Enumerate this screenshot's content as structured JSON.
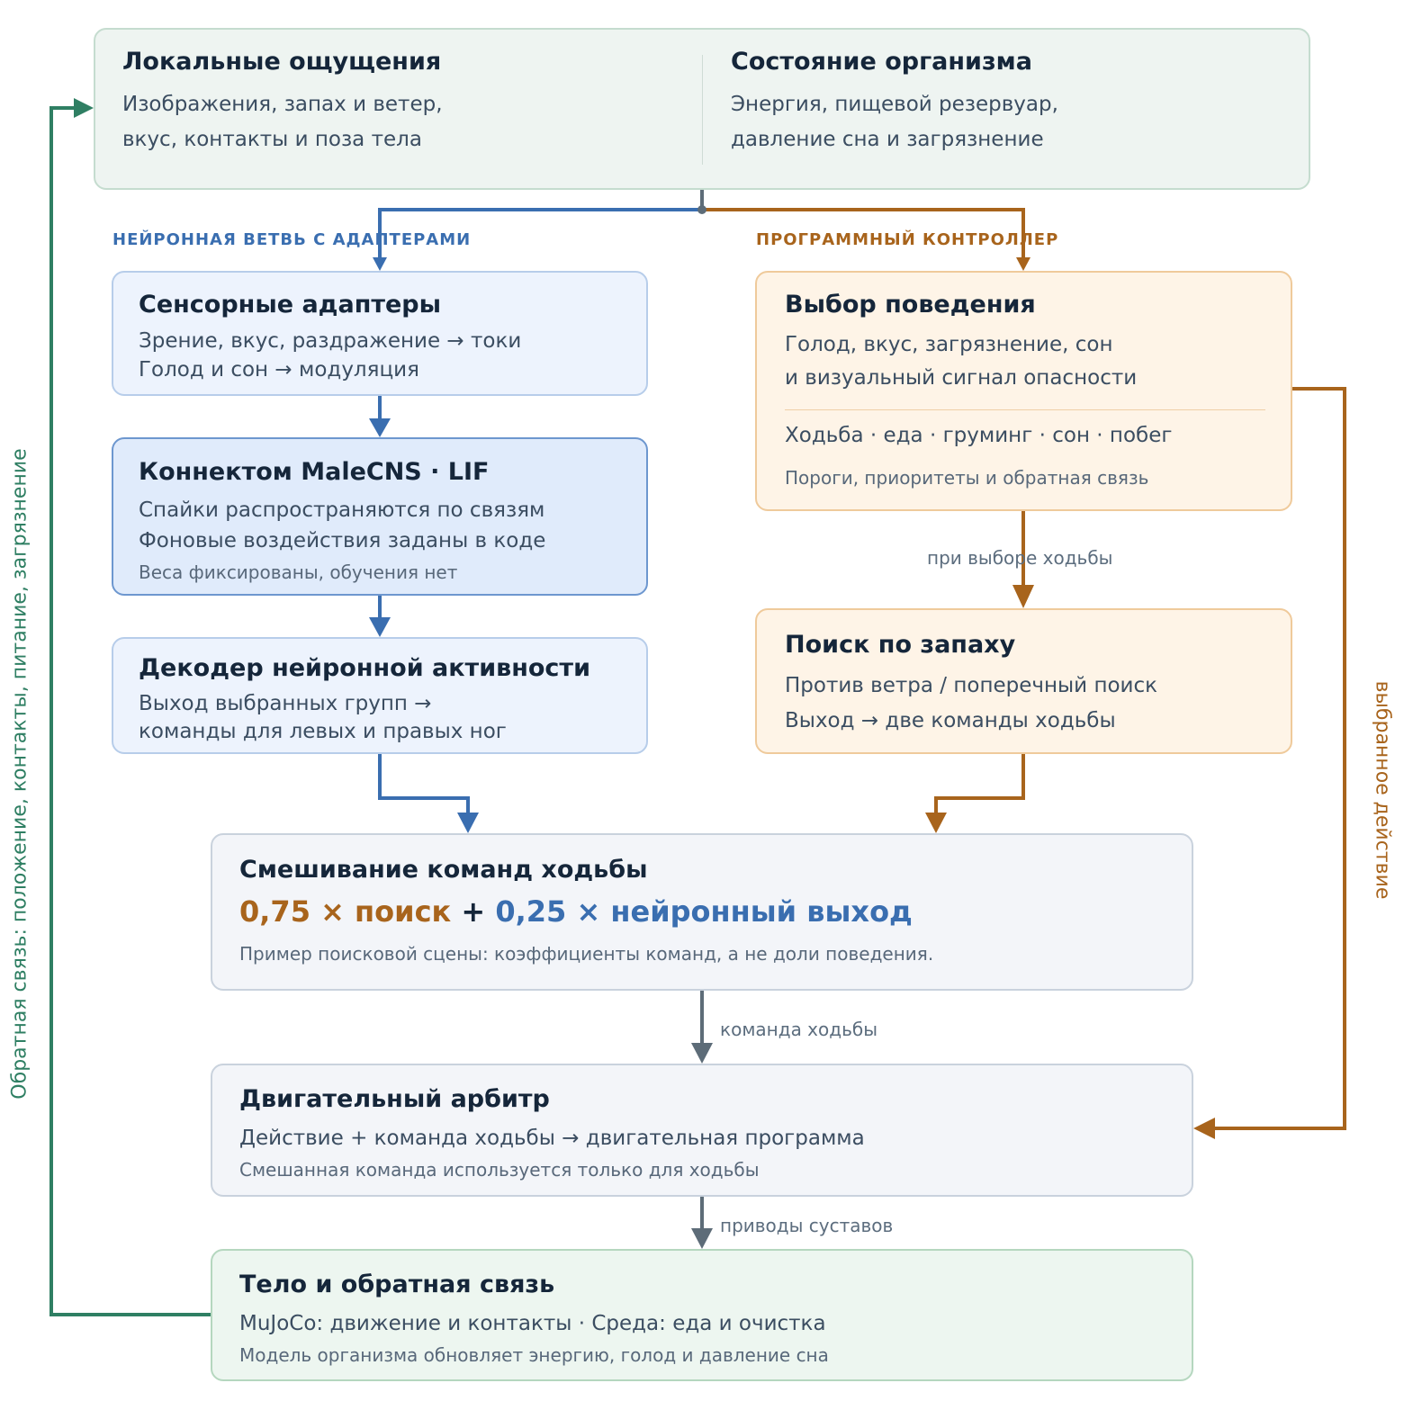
{
  "top": {
    "left_title": "Локальные ощущения",
    "left_line1": "Изображения, запах и ветер,",
    "left_line2": "вкус, контакты и поза тела",
    "right_title": "Состояние организма",
    "right_line1": "Энергия, пищевой резервуар,",
    "right_line2": "давление сна и загрязнение"
  },
  "branches": {
    "neural": "НЕЙРОННАЯ ВЕТВЬ С АДАПТЕРАМИ",
    "program": "ПРОГРАММНЫЙ КОНТРОЛЛЕР"
  },
  "sensory": {
    "title": "Сенсорные адаптеры",
    "line1": "Зрение, вкус, раздражение → токи",
    "line2": "Голод и сон → модуляция"
  },
  "connectome": {
    "title": "Коннектом MaleCNS · LIF",
    "line1": "Спайки распространяются по связям",
    "line2": "Фоновые воздействия заданы в коде",
    "note": "Веса фиксированы, обучения нет"
  },
  "decoder": {
    "title": "Декодер нейронной активности",
    "line1": "Выход выбранных групп →",
    "line2": "команды для левых и правых ног"
  },
  "behavior": {
    "title": "Выбор поведения",
    "line1": "Голод, вкус, загрязнение, сон",
    "line2": "и визуальный сигнал опасности",
    "options": "Ходьба · еда · груминг · сон · побег",
    "note": "Пороги, приоритеты и обратная связь"
  },
  "odor": {
    "title": "Поиск по запаху",
    "line1": "Против ветра / поперечный поиск",
    "line2": "Выход → две команды ходьбы"
  },
  "mixing": {
    "title": "Смешивание команд ходьбы",
    "search_term": "0,75 × поиск",
    "plus": "+",
    "neural_term": "0,25 × нейронный выход",
    "note": "Пример поисковой сцены: коэффициенты команд, а не доли поведения."
  },
  "arbiter": {
    "title": "Двигательный арбитр",
    "line1": "Действие + команда ходьбы → двигательная программа",
    "note": "Смешанная команда используется только для ходьбы"
  },
  "body": {
    "title": "Тело и обратная связь",
    "line1": "MuJoCo: движение и контакты · Среда: еда и очистка",
    "note": "Модель организма обновляет энергию, голод и давление сна"
  },
  "edges": {
    "when_walk": "при выборе ходьбы",
    "walk_command": "команда ходьбы",
    "joint_drives": "приводы суставов",
    "selected_action": "выбранное действие",
    "feedback": "Обратная связь: положение, контакты, питание, загрязнение"
  },
  "colors": {
    "blue": "#3a6eb0",
    "orange": "#a8641c",
    "green": "#2f7f63",
    "gray": "#5d6c78"
  }
}
